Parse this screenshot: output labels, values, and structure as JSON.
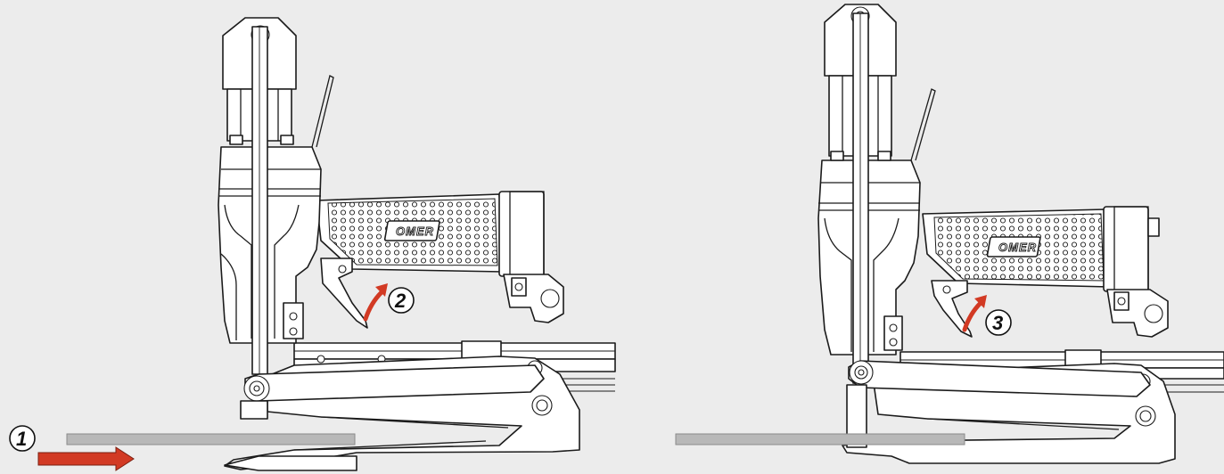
{
  "steps": [
    {
      "number": "1"
    },
    {
      "number": "2"
    },
    {
      "number": "3"
    }
  ],
  "brand": {
    "logo_text": "OMER"
  },
  "colors": {
    "background": "#ececec",
    "arrow": "#d23a24",
    "workpiece": "#b8b8b8",
    "outline": "#1b1b1b"
  },
  "icons": [
    "stapler-tool-illustration",
    "right-arrow-icon",
    "curved-up-arrow-icon"
  ]
}
